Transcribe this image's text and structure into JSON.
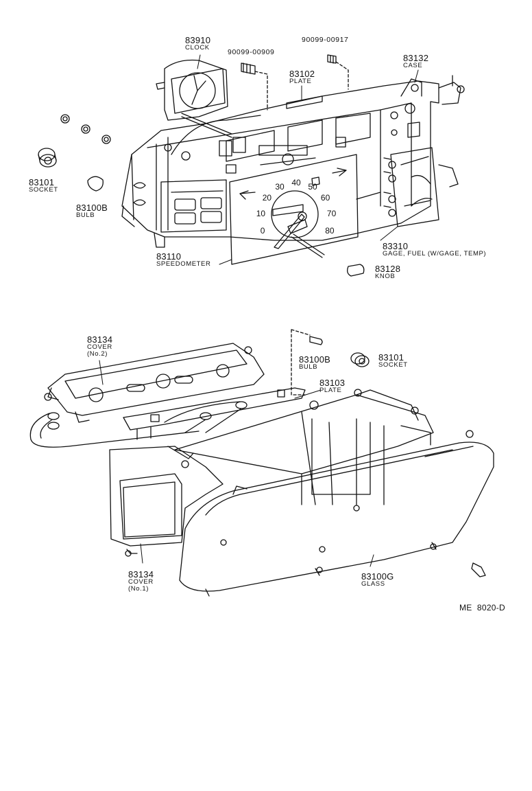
{
  "figure_ref": "ME  8020-D",
  "speedometer_dial": [
    "0",
    "10",
    "20",
    "30",
    "40",
    "50",
    "60",
    "70",
    "80"
  ],
  "callouts": {
    "p83910": {
      "number": "83910",
      "name": "CLOCK"
    },
    "p90099_00909": {
      "number": "90099-00909"
    },
    "p90099_00917": {
      "number": "90099-00917"
    },
    "p83102": {
      "number": "83102",
      "name": "PLATE"
    },
    "p83132": {
      "number": "83132",
      "name": "CASE"
    },
    "p83101_top": {
      "number": "83101",
      "name": "SOCKET"
    },
    "p83100B_top": {
      "number": "83100B",
      "name": "BULB"
    },
    "p83110": {
      "number": "83110",
      "name": "SPEEDOMETER"
    },
    "p83310": {
      "number": "83310",
      "name": "GAGE, FUEL (W/GAGE, TEMP)"
    },
    "p83128": {
      "number": "83128",
      "name": "KNOB"
    },
    "p83134_no2": {
      "number": "83134",
      "name": "COVER",
      "sub": "(No.2)"
    },
    "p83100B_bottom": {
      "number": "83100B",
      "name": "BULB"
    },
    "p83101_bottom": {
      "number": "83101",
      "name": "SOCKET"
    },
    "p83103": {
      "number": "83103",
      "name": "PLATE"
    },
    "p83134_no1": {
      "number": "83134",
      "name": "COVER",
      "sub": "(No.1)"
    },
    "p83100G": {
      "number": "83100G",
      "name": "GLASS"
    }
  }
}
